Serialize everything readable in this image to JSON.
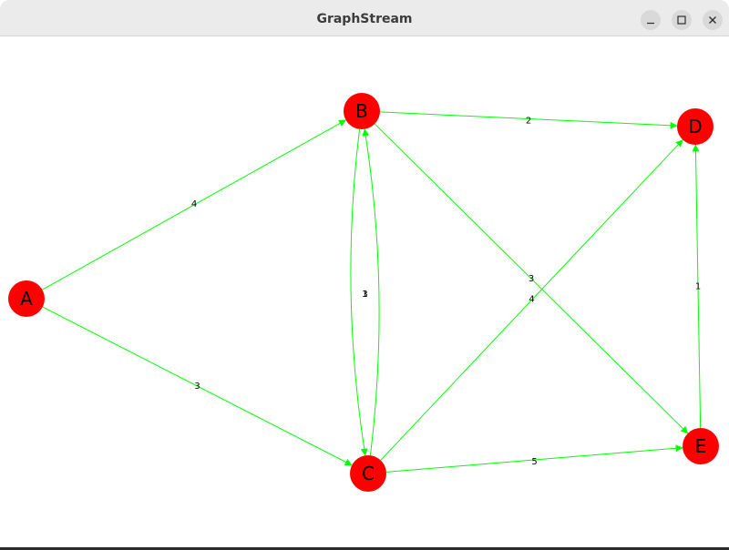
{
  "window": {
    "title": "GraphStream",
    "buttons": [
      {
        "name": "minimize-button",
        "icon": "minimize-icon"
      },
      {
        "name": "maximize-button",
        "icon": "maximize-icon"
      },
      {
        "name": "close-button",
        "icon": "close-icon"
      }
    ]
  },
  "colors": {
    "node_fill": "#ff0000",
    "edge_stroke": "#00ff00",
    "label_text": "#000000"
  },
  "graph": {
    "directed": true,
    "nodes": [
      {
        "id": "A",
        "label": "A"
      },
      {
        "id": "B",
        "label": "B"
      },
      {
        "id": "C",
        "label": "C"
      },
      {
        "id": "D",
        "label": "D"
      },
      {
        "id": "E",
        "label": "E"
      }
    ],
    "edges": [
      {
        "from": "A",
        "to": "B",
        "weight": "4"
      },
      {
        "from": "A",
        "to": "C",
        "weight": "3"
      },
      {
        "from": "B",
        "to": "D",
        "weight": "2"
      },
      {
        "from": "B",
        "to": "C",
        "weight": "1"
      },
      {
        "from": "C",
        "to": "B",
        "weight": "3"
      },
      {
        "from": "B",
        "to": "E",
        "weight": "3"
      },
      {
        "from": "C",
        "to": "D",
        "weight": "4"
      },
      {
        "from": "C",
        "to": "E",
        "weight": "5"
      },
      {
        "from": "E",
        "to": "D",
        "weight": "1"
      }
    ]
  }
}
